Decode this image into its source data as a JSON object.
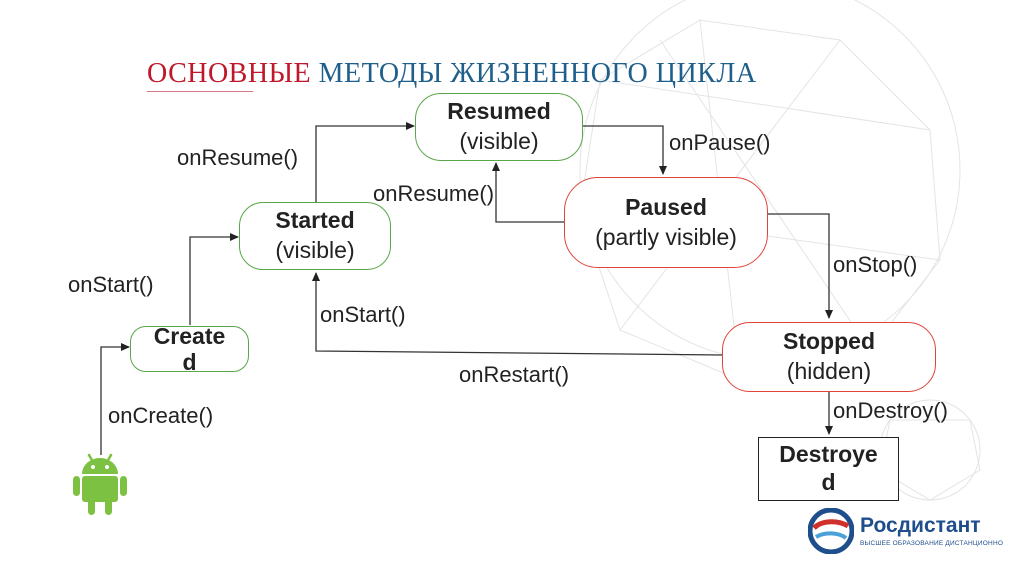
{
  "title": {
    "part1": "ОСНОВНЫЕ",
    "part2": "МЕТОДЫ ЖИЗНЕННОГО ЦИКЛА"
  },
  "nodes": {
    "created": {
      "name": "Create d"
    },
    "started": {
      "name": "Started",
      "state": "(visible)"
    },
    "resumed": {
      "name": "Resumed",
      "state": "(visible)"
    },
    "paused": {
      "name": "Paused",
      "state": "(partly visible)"
    },
    "stopped": {
      "name": "Stopped",
      "state": "(hidden)"
    },
    "destroyed": {
      "name": "Destroye d"
    }
  },
  "transitions": {
    "on_create": "onCreate()",
    "on_start": "onStart()",
    "on_resume": "onResume()",
    "on_pause": "onPause()",
    "on_resume_back": "onResume()",
    "on_stop": "onStop()",
    "on_start_back": "onStart()",
    "on_restart": "onRestart()",
    "on_destroy": "onDestroy()"
  },
  "logo": {
    "name": "Росдистант",
    "tagline": "ВЫСШЕЕ ОБРАЗОВАНИЕ ДИСТАНЦИОННО"
  },
  "colors": {
    "title_red": "#c0182b",
    "title_blue": "#1f5f8b",
    "green_border": "#5aa64a",
    "red_border": "#e0443a",
    "android_green": "#7cc142",
    "logo_blue": "#1f4e8c"
  }
}
